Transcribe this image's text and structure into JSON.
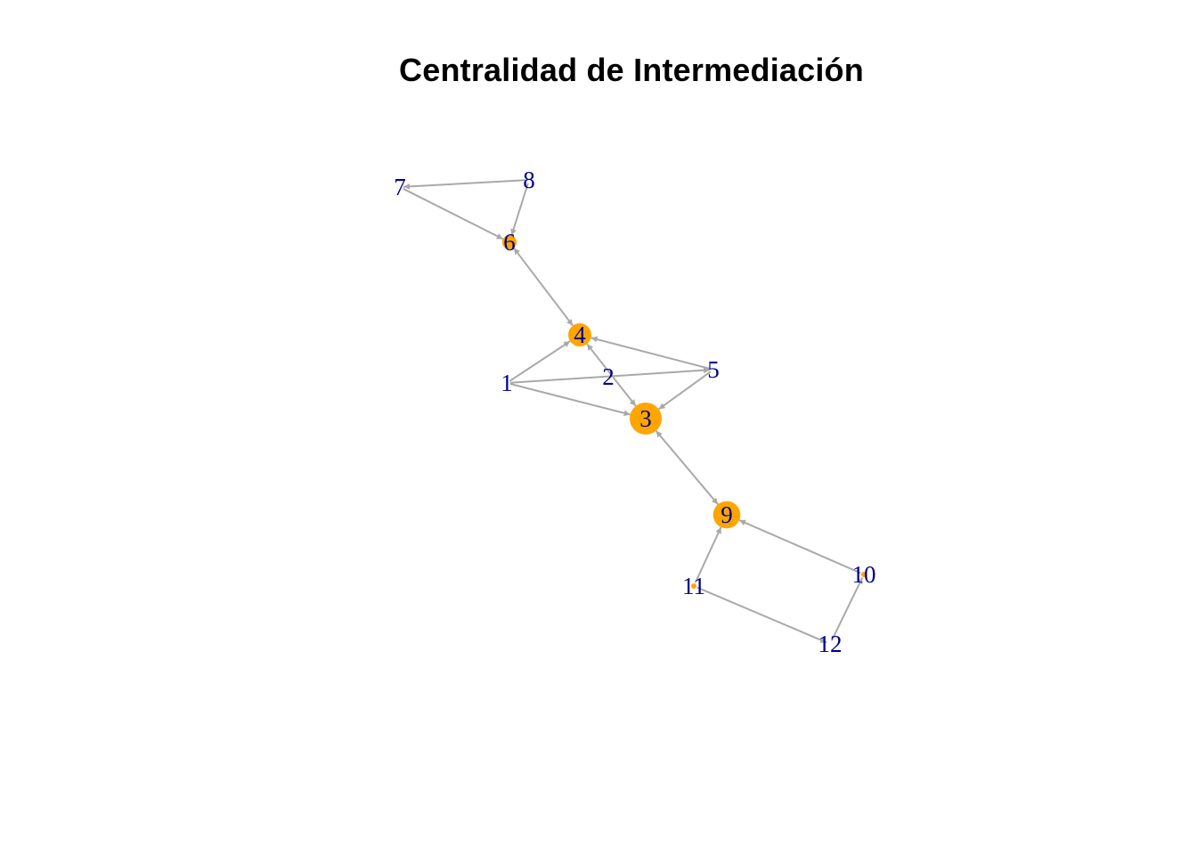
{
  "title": "Centralidad de Intermediación",
  "colors": {
    "edge": "#a9a9a9",
    "node_fill": "#ffa500",
    "label": "#00008b"
  },
  "nodes": [
    {
      "id": "1",
      "label": "1",
      "betweenness": 0
    },
    {
      "id": "2",
      "label": "2",
      "betweenness": 0
    },
    {
      "id": "3",
      "label": "3",
      "betweenness": 1.0
    },
    {
      "id": "4",
      "label": "4",
      "betweenness": 0.72
    },
    {
      "id": "5",
      "label": "5",
      "betweenness": 0
    },
    {
      "id": "6",
      "label": "6",
      "betweenness": 0.45
    },
    {
      "id": "7",
      "label": "7",
      "betweenness": 0
    },
    {
      "id": "8",
      "label": "8",
      "betweenness": 0
    },
    {
      "id": "9",
      "label": "9",
      "betweenness": 0.85
    },
    {
      "id": "10",
      "label": "10",
      "betweenness": 0.02
    },
    {
      "id": "11",
      "label": "11",
      "betweenness": 0.02
    },
    {
      "id": "12",
      "label": "12",
      "betweenness": 0
    }
  ],
  "edges": [
    {
      "from": "8",
      "to": "7"
    },
    {
      "from": "8",
      "to": "6"
    },
    {
      "from": "7",
      "to": "6"
    },
    {
      "from": "6",
      "to": "4",
      "both": true
    },
    {
      "from": "1",
      "to": "4"
    },
    {
      "from": "1",
      "to": "5"
    },
    {
      "from": "1",
      "to": "3"
    },
    {
      "from": "5",
      "to": "4"
    },
    {
      "from": "5",
      "to": "3"
    },
    {
      "from": "4",
      "to": "3",
      "both": true
    },
    {
      "from": "3",
      "to": "9",
      "both": true
    },
    {
      "from": "10",
      "to": "9"
    },
    {
      "from": "11",
      "to": "9"
    },
    {
      "from": "11",
      "to": "12"
    },
    {
      "from": "12",
      "to": "10"
    }
  ]
}
